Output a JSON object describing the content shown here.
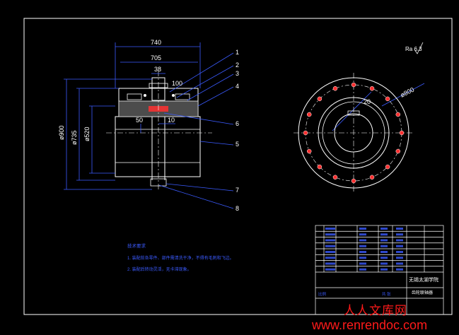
{
  "drawing": {
    "dimensions": {
      "overall_length": "740",
      "hub_span": "705",
      "gap_small": "38",
      "bolt_pitch": "100",
      "dia_outer": "ø900",
      "dia_middle": "ø735",
      "dia_hub": "ø520",
      "offset_a": "50",
      "offset_b": "10",
      "bolt_circle": "ø800",
      "keyway": "20"
    },
    "balloons": [
      "1",
      "2",
      "3",
      "4",
      "6",
      "5",
      "7",
      "8"
    ],
    "roughness_label": "Ra 6.3",
    "notes": {
      "heading": "技术要求",
      "line1": "1. 装配前各零件、部件需清洗干净，不得有毛刺和飞边。",
      "line2": "2. 装配后转动灵活，无卡滞现象。"
    },
    "title_block": {
      "company": "无锡太湖学院",
      "drawing_name": "齿轮联轴器",
      "scale_label": "比例",
      "sheet_label": "共 张"
    }
  },
  "watermark": {
    "chinese": "人人文库网",
    "url": "www.renrendoc.com"
  },
  "colors": {
    "background": "#000000",
    "frame": "#ffffff",
    "dimension": "#3b5bff",
    "geometry": "#ffffff",
    "bolt": "#ff3030",
    "watermark": "#ff1a1a"
  }
}
